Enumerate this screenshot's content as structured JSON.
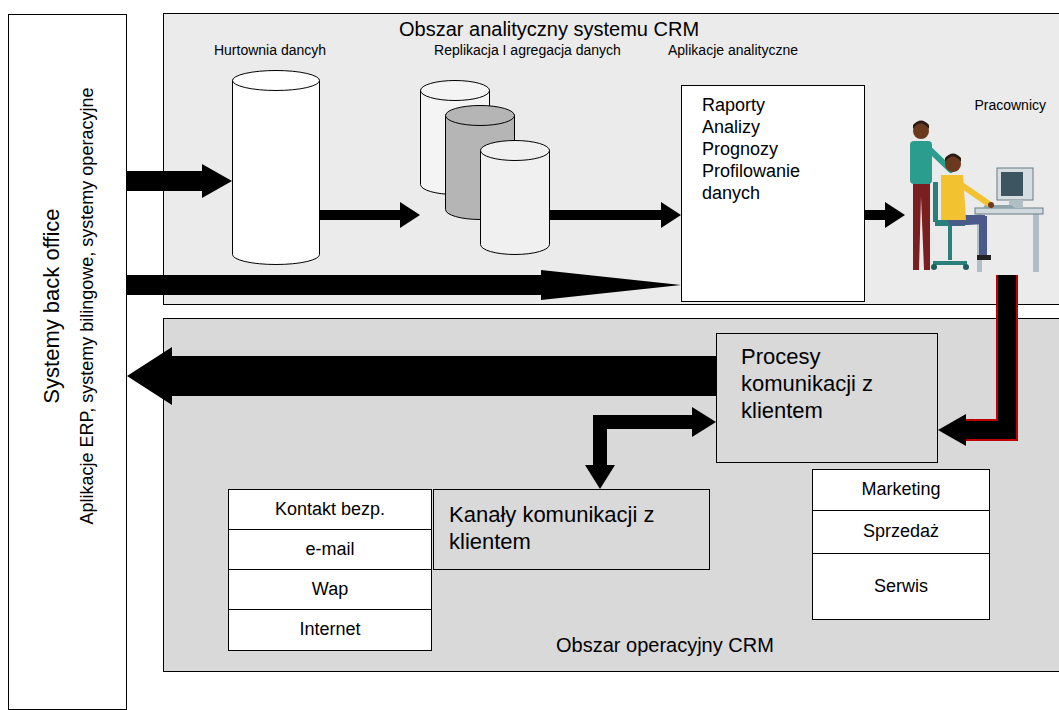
{
  "diagram": {
    "nodes": [
      {
        "text": [
          "Systemy back office",
          "Aplikacje ERP, systemy bilingowe, systemy operacyjne"
        ]
      },
      {
        "text": [
          "Obszar analityczny systemu CRM"
        ]
      },
      {
        "text": [
          "Hurtownia dancyh"
        ],
        "in": 1
      },
      {
        "text": [
          "Replikacja I agregacja danych"
        ],
        "in": 1
      },
      {
        "text": [
          "Aplikacje analityczne",
          "Raporty",
          "Analizy",
          "Prognozy",
          "Profilowanie danych"
        ],
        "in": 1
      },
      {
        "text": [
          "Pracownicy"
        ],
        "in": 1
      },
      {
        "text": [
          "Obszar operacyjny CRM"
        ]
      },
      {
        "text": [
          "Procesy komunikacji z klientem"
        ],
        "in": 6
      },
      {
        "text": [
          "Kanały komunikacji z klientem"
        ],
        "in": 6
      },
      {
        "text": [
          "Kontakt bezp."
        ],
        "in": 6
      },
      {
        "text": [
          "e-mail"
        ],
        "in": 6
      },
      {
        "text": [
          "Wap"
        ],
        "in": 6
      },
      {
        "text": [
          "Internet"
        ],
        "in": 6
      },
      {
        "text": [
          "Marketing"
        ],
        "in": 6
      },
      {
        "text": [
          "Sprzedaż"
        ],
        "in": 6
      },
      {
        "text": [
          "Serwis"
        ],
        "in": 6
      }
    ],
    "edges": [
      {
        "from": 0,
        "to": 2,
        "arrow": "to"
      },
      {
        "from": 2,
        "to": 3,
        "arrow": "to"
      },
      {
        "from": 3,
        "to": 4,
        "arrow": "to"
      },
      {
        "from": 0,
        "to": 4,
        "arrow": "to"
      },
      {
        "from": 4,
        "to": 5,
        "arrow": "to"
      },
      {
        "from": 5,
        "to": 7,
        "arrow": "to"
      },
      {
        "from": 7,
        "to": 0,
        "arrow": "to"
      },
      {
        "from": 7,
        "to": 8,
        "arrow": "both"
      }
    ]
  }
}
